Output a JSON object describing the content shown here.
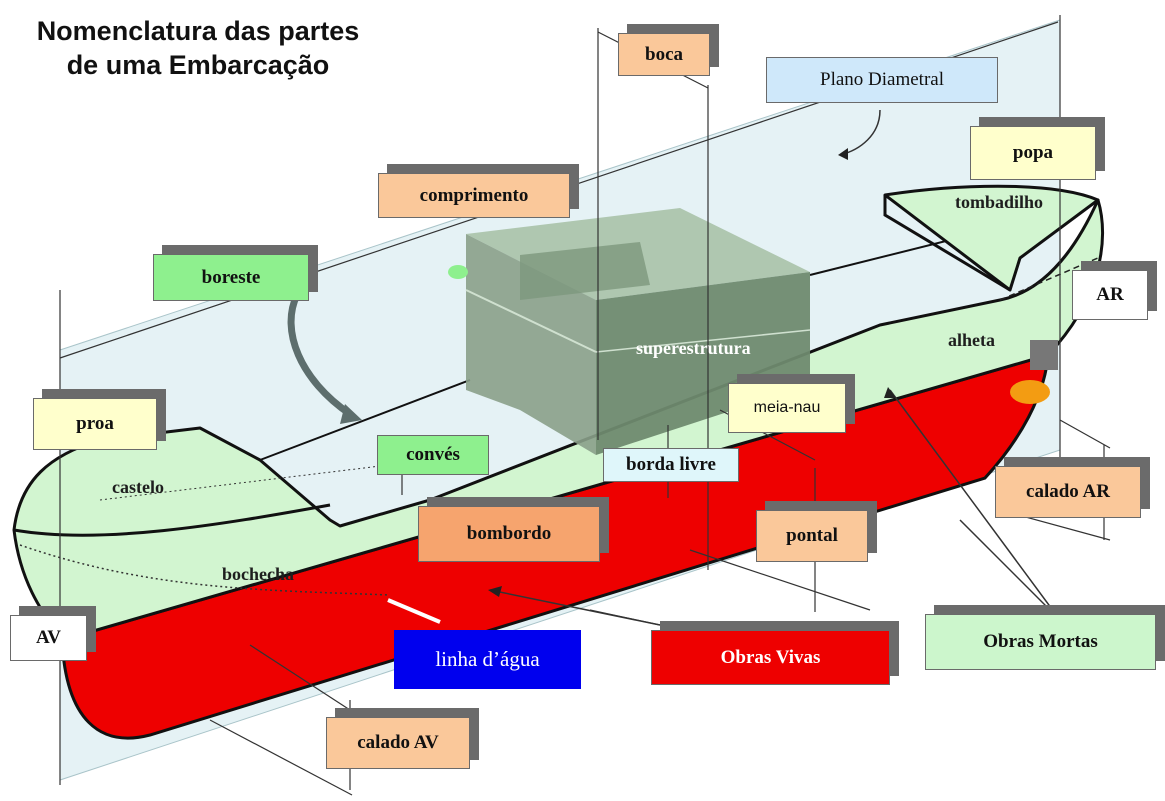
{
  "title": {
    "line1": "Nomenclatura das partes",
    "line2": "de uma Embarcação"
  },
  "labels": {
    "boca": "boca",
    "plano_diametral": "Plano Diametral",
    "popa": "popa",
    "comprimento": "comprimento",
    "tombadilho": "tombadilho",
    "boreste": "boreste",
    "ar": "AR",
    "superestrutura": "superestrutura",
    "alheta": "alheta",
    "meia_nau": "meia-nau",
    "proa": "proa",
    "conves": "convés",
    "borda_livre": "borda livre",
    "castelo": "castelo",
    "calado_ar": "calado AR",
    "bombordo": "bombordo",
    "pontal": "pontal",
    "bochecha": "bochecha",
    "av": "AV",
    "obras_mortas": "Obras Mortas",
    "linha_dagua": "linha d’água",
    "obras_vivas": "Obras Vivas",
    "calado_av": "calado AV"
  },
  "colors": {
    "obras_vivas": "#ee0000",
    "obras_mortas": "#d2f5d0",
    "plano_diametral": "#dceef2",
    "superestrutura": "#6f8a6f",
    "linha_dagua_box": "#0000ee"
  }
}
